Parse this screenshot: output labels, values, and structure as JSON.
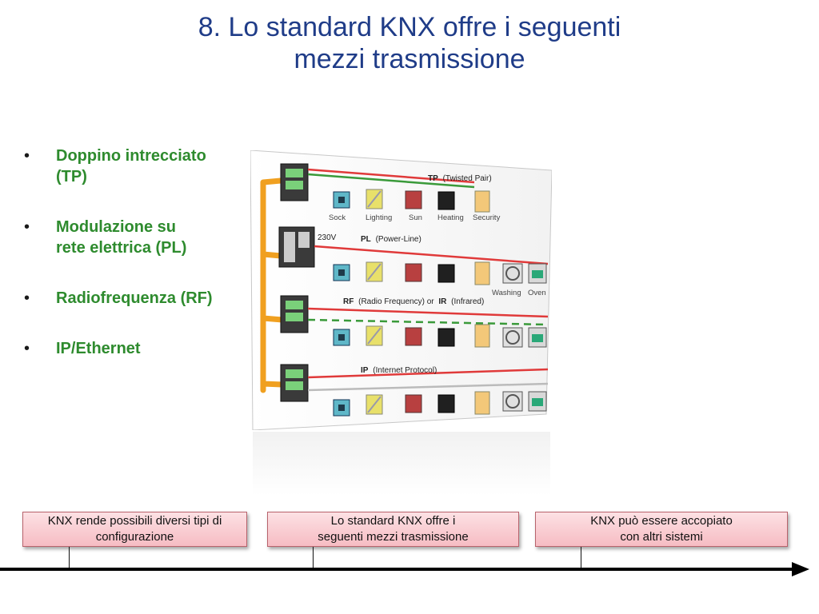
{
  "title": {
    "line1": "8. Lo standard KNX offre i seguenti",
    "line2": "mezzi trasmissione"
  },
  "bullets": [
    {
      "line1": "Doppino intrecciato",
      "line2": "(TP)"
    },
    {
      "line1": "Modulazione su",
      "line2": "rete elettrica (PL)"
    },
    {
      "line1": "Radiofrequenza (RF)",
      "line2": ""
    },
    {
      "line1": "IP/Ethernet",
      "line2": ""
    }
  ],
  "bullet_symbol": "•",
  "diagram": {
    "tp_label": "TP",
    "tp_sub": "(Twisted Pair)",
    "pl_label": "PL",
    "pl_sub": "(Power-Line)",
    "voltage": "230V",
    "rf_label": "RF",
    "rf_sub": "(Radio Frequency) or",
    "ir_label": "IR",
    "ir_sub": "(Infrared)",
    "ip_label": "IP",
    "ip_sub": "(Internet Protocol)",
    "device_labels": [
      "Sock",
      "Lighting",
      "Sun",
      "Heating",
      "Security"
    ],
    "washing_label": "Washing",
    "oven_label": "Oven"
  },
  "timeline": {
    "box1": {
      "line1": "KNX rende possibili diversi tipi di",
      "line2": "configurazione"
    },
    "box2": {
      "line1": "Lo standard KNX offre i",
      "line2": "seguenti mezzi trasmissione"
    },
    "box3": {
      "line1": "KNX può essere accopiato",
      "line2": "con altri sistemi"
    }
  },
  "colors": {
    "title": "#1f3c88",
    "bullet_text": "#2e8b2e",
    "box_fill": "#f6bcc3",
    "bus_red": "#e03a3a",
    "bus_green": "#3a9a3a",
    "bus_orange": "#f0a020"
  }
}
